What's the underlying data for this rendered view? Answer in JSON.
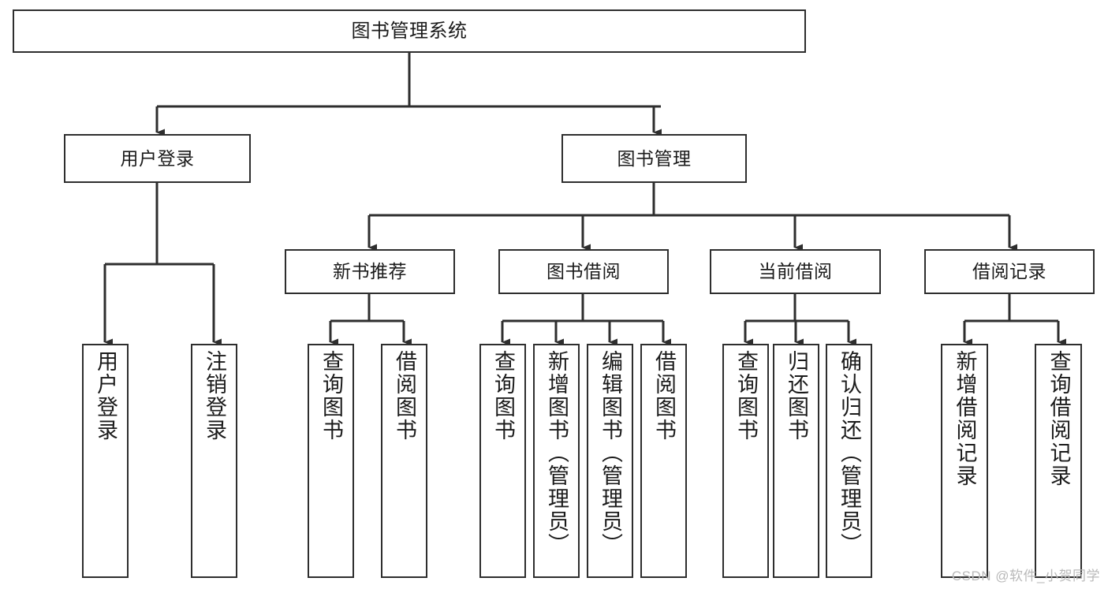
{
  "diagram": {
    "title": "图书管理系统",
    "watermark": "CSDN @软件_小贺同学",
    "colors": {
      "stroke": "#2e2e2e",
      "fill": "#ffffff",
      "text": "#1b1b1b",
      "watermark": "#b9b9b9"
    },
    "root": {
      "label": "图书管理系统"
    },
    "level2": [
      {
        "label": "用户登录"
      },
      {
        "label": "图书管理"
      }
    ],
    "level3": [
      {
        "label": "新书推荐"
      },
      {
        "label": "图书借阅"
      },
      {
        "label": "当前借阅"
      },
      {
        "label": "借阅记录"
      }
    ],
    "leaves": {
      "user_login": [
        {
          "label": "用户登录"
        },
        {
          "label": "注销登录"
        }
      ],
      "new_book_recommend": [
        {
          "label": "查询图书"
        },
        {
          "label": "借阅图书"
        }
      ],
      "book_borrow": [
        {
          "label": "查询图书"
        },
        {
          "label": "新增图书（管理员）"
        },
        {
          "label": "编辑图书（管理员）"
        },
        {
          "label": "借阅图书"
        }
      ],
      "current_borrow": [
        {
          "label": "查询图书"
        },
        {
          "label": "归还图书"
        },
        {
          "label": "确认归还（管理员）"
        }
      ],
      "borrow_record": [
        {
          "label": "新增借阅记录"
        },
        {
          "label": "查询借阅记录"
        }
      ]
    }
  }
}
